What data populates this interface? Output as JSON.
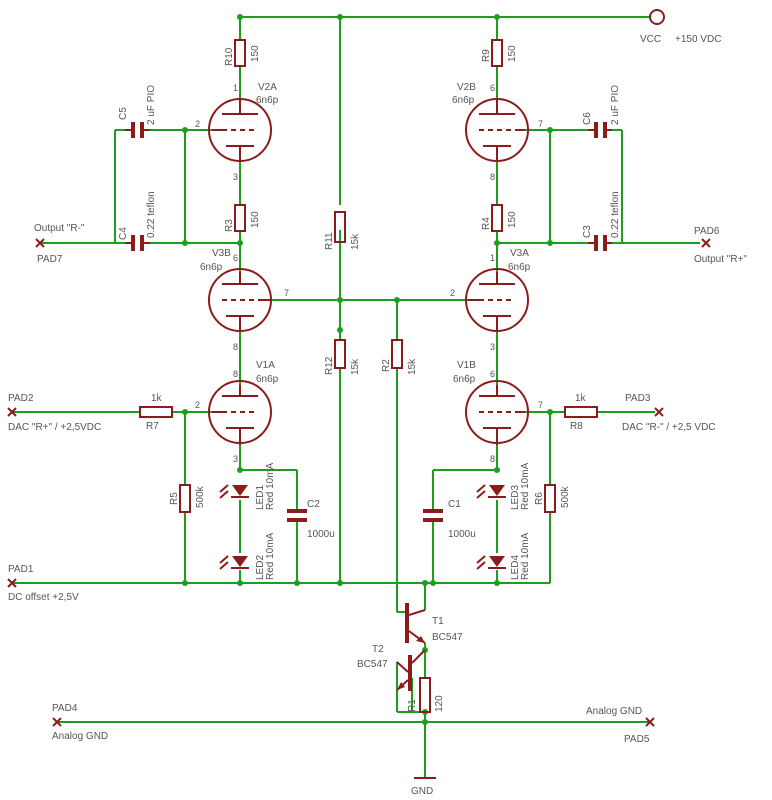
{
  "colors": {
    "wire": "#1e9e1e",
    "symbol": "#8c1c1c",
    "text": "#555555",
    "background": "#ffffff"
  },
  "supply": {
    "name": "VCC",
    "value": "+150 VDC"
  },
  "tubes": [
    {
      "ref": "V2A",
      "type": "6n6p",
      "pins": [
        "1",
        "2",
        "3"
      ]
    },
    {
      "ref": "V3B",
      "type": "6n6p",
      "pins": [
        "6",
        "7",
        "8"
      ]
    },
    {
      "ref": "V1A",
      "type": "6n6p",
      "pins": [
        "8",
        "2",
        "3"
      ]
    },
    {
      "ref": "V2B",
      "type": "6n6p",
      "pins": [
        "6",
        "7",
        "8"
      ]
    },
    {
      "ref": "V3A",
      "type": "6n6p",
      "pins": [
        "1",
        "2",
        "3"
      ]
    },
    {
      "ref": "V1B",
      "type": "6n6p",
      "pins": [
        "6",
        "7",
        "8"
      ]
    }
  ],
  "resistors": [
    {
      "ref": "R10",
      "value": "150"
    },
    {
      "ref": "R3",
      "value": "150"
    },
    {
      "ref": "R9",
      "value": "150"
    },
    {
      "ref": "R4",
      "value": "150"
    },
    {
      "ref": "R11",
      "value": "15k"
    },
    {
      "ref": "R12",
      "value": "15k"
    },
    {
      "ref": "R2",
      "value": "15k"
    },
    {
      "ref": "R7",
      "value": "1k"
    },
    {
      "ref": "R8",
      "value": "1k"
    },
    {
      "ref": "R5",
      "value": "500k"
    },
    {
      "ref": "R6",
      "value": "500k"
    },
    {
      "ref": "R1",
      "value": "120"
    }
  ],
  "capacitors": [
    {
      "ref": "C5",
      "value": "2 uF PIO"
    },
    {
      "ref": "C4",
      "value": "0.22 teflon"
    },
    {
      "ref": "C6",
      "value": "2 uF PIO"
    },
    {
      "ref": "C3",
      "value": "0.22 teflon"
    },
    {
      "ref": "C2",
      "value": "1000u"
    },
    {
      "ref": "C1",
      "value": "1000u"
    }
  ],
  "leds": [
    {
      "ref": "LED1",
      "value": "Red 10mA"
    },
    {
      "ref": "LED2",
      "value": "Red 10mA"
    },
    {
      "ref": "LED3",
      "value": "Red 10mA"
    },
    {
      "ref": "LED4",
      "value": "Red 10mA"
    }
  ],
  "transistors": [
    {
      "ref": "T1",
      "value": "BC547"
    },
    {
      "ref": "T2",
      "value": "BC547"
    }
  ],
  "pads": [
    {
      "ref": "PAD7",
      "label": "Output \"R-\""
    },
    {
      "ref": "PAD6",
      "label": "Output \"R+\""
    },
    {
      "ref": "PAD2",
      "label": "DAC \"R+\" / +2,5VDC"
    },
    {
      "ref": "PAD3",
      "label": "DAC \"R-\" / +2,5 VDC"
    },
    {
      "ref": "PAD1",
      "label": "DC offset +2,5V"
    },
    {
      "ref": "PAD4",
      "label": "Analog GND"
    },
    {
      "ref": "PAD5",
      "label": "Analog GND"
    }
  ],
  "ground": {
    "label": "GND"
  }
}
